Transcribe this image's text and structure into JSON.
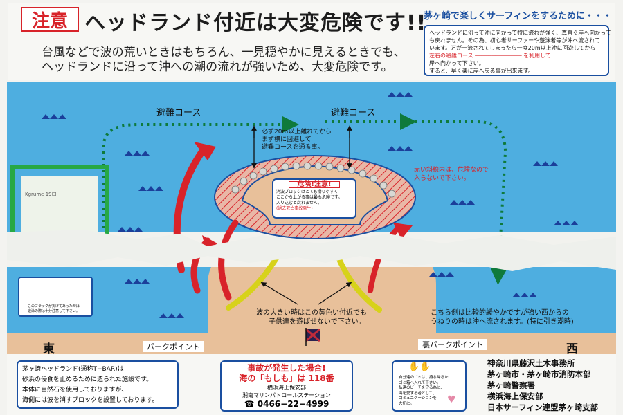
{
  "header": {
    "badge": "注意",
    "headline": "ヘッドランド付近は大変危険です!!",
    "sub_line1": "台風などで波の荒いときはもちろん、一見穏やかに見えるときでも、",
    "sub_line2": "ヘッドランドに沿って沖への潮の流れが強いため、大変危険です。"
  },
  "right_panel": {
    "title": "茅ヶ崎で楽しくサーフィンをするために・・・",
    "lines": [
      "ヘッドランドに沿って沖に向かって特に流れが強く、真直ぐ岸へ向かって",
      "も戻れません。その為、初心者サーファーや遊泳者等が沖へ流されて",
      "います。万が一流されてしまったら一度20m以上沖に回避してから",
      "左右の避難コース ────────────── を利用して",
      "岸へ向かって下さい。",
      "すると、早く楽に岸へ戻る事が出来ます。"
    ]
  },
  "map": {
    "escape_left": "避難コース",
    "escape_right": "避難コース",
    "note_top": [
      "必ず20m以上離れてから",
      "まず横に回避して",
      "避難コースを通る事。"
    ],
    "danger_title": "危険!注意!",
    "danger_lines": [
      "消波ブロックはとても滑りやすく",
      "ここから上がる事は最も危険です。",
      "入り込むと戻れません。",
      "(過去死亡事故発生)"
    ],
    "red_zone_note": [
      "赤い斜線内は、危険なので",
      "入らないで下さい。"
    ],
    "flag_note": [
      "このフラッグが掲げてあった時は",
      "遊泳の際は十分注意して下さい。"
    ],
    "kids_note": [
      "波の大きい時はこの黄色い付近でも",
      "子供達を遊ばせないで下さい。"
    ],
    "west_note": [
      "こちら側は比較的緩やかですが強い西からの",
      "うねりの時は沖へ流されます。(特に引き潮時)"
    ],
    "east": "東",
    "west": "西",
    "park_point": "パークポイント",
    "ura_park_point": "裏パークポイント",
    "peeled_sticker": "Kgrume 19口"
  },
  "footer": {
    "left_lines": [
      "茅ヶ崎ヘッドランド(通称T−BAR)は",
      "砂浜の侵食を止めるために造られた施設です。",
      "本体に自然石を使用しておりますが、",
      "海側には波を消すブロックを設置しております。"
    ],
    "emergency_title": "事故が発生した場合!",
    "emergency_line": "海の「もしも」は 118番",
    "emergency_org1": "横浜海上保安部",
    "emergency_org2": "湘南マリンパトロールステーション",
    "emergency_phone": "0466−22−4999",
    "trash_lines": [
      "自分達のゴミは、持ち帰るか",
      "ゴミ箱へ入れて下さい。",
      "私達のビーチを守る為に、",
      "海を愛する者として、",
      "コミュニケーションを",
      "大切に。"
    ],
    "orgs": [
      "神奈川県藤沢土木事務所",
      "茅ヶ崎市・茅ヶ崎市消防本部",
      "茅ヶ崎警察署",
      "横浜海上保安部",
      "日本サーフィン連盟茅ヶ崎支部"
    ]
  },
  "colors": {
    "sea": "#4eaee0",
    "danger_red": "#d8232a",
    "escape_green": "#0f7a3c",
    "sand": "#e8c09a",
    "caution_yellow": "#d7d21a",
    "frame_blue": "#1a4fa0"
  }
}
